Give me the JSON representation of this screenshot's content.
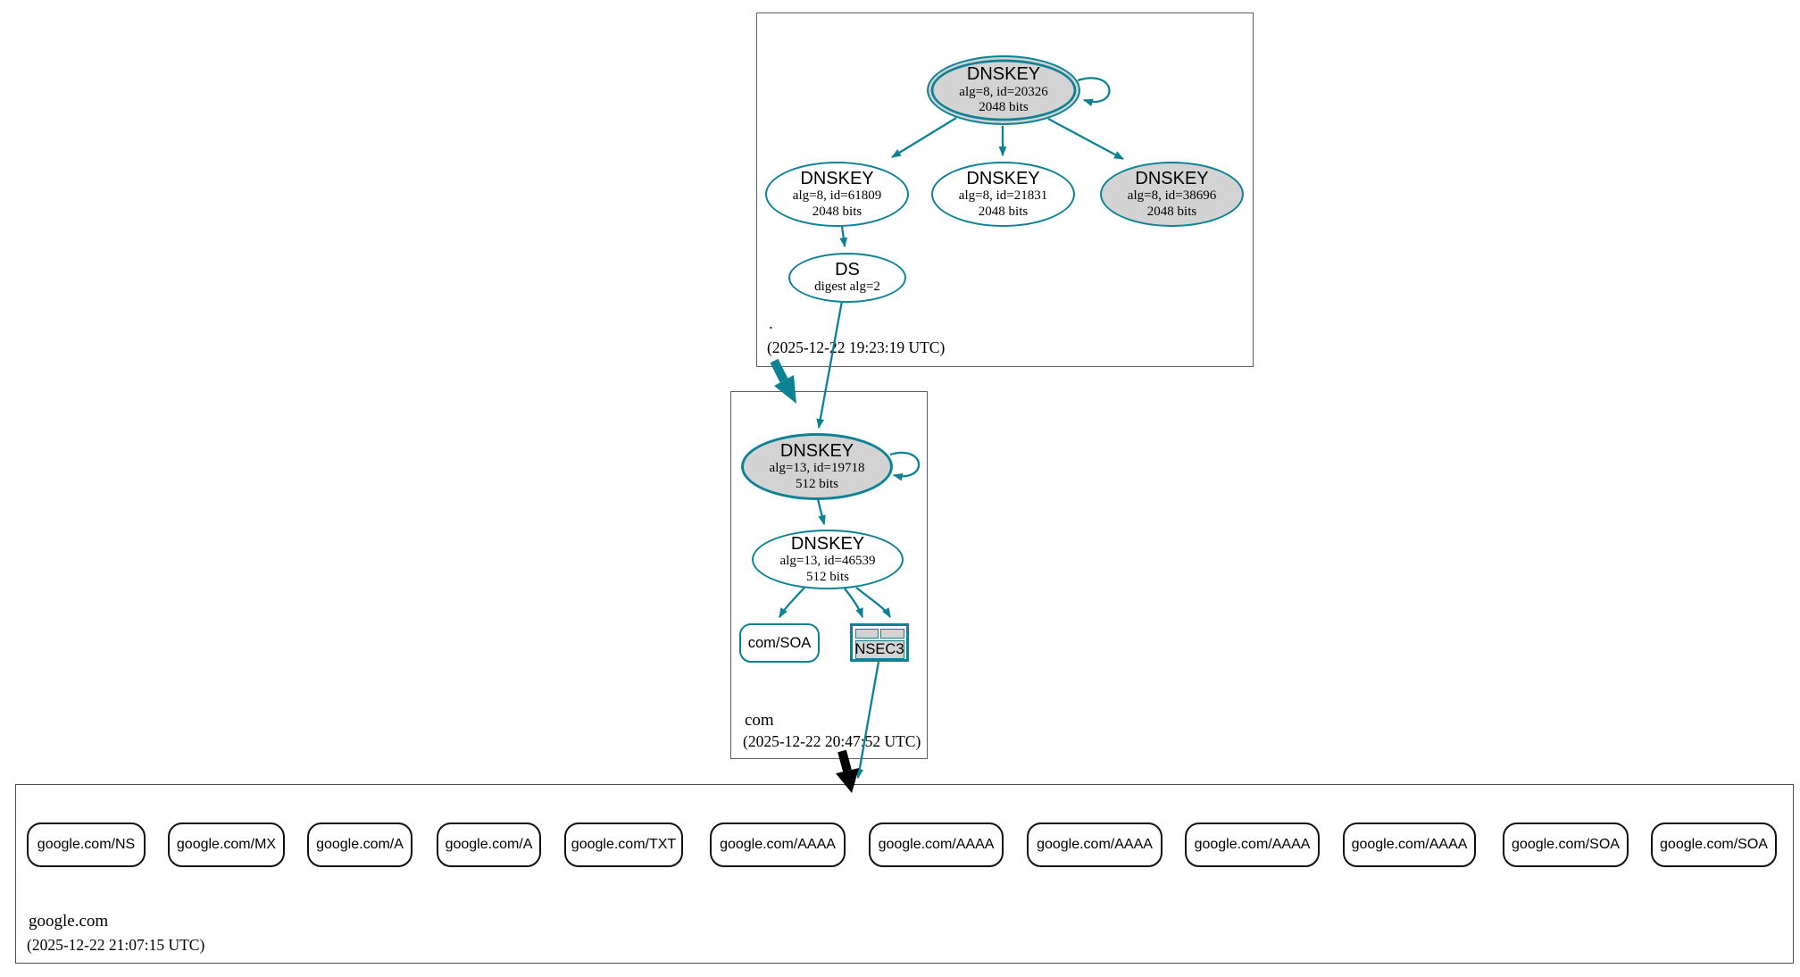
{
  "colors": {
    "secure_teal": "#0d8295",
    "node_fill_gray": "#d3d3d3",
    "alert_black": "#000000"
  },
  "zones": {
    "root": {
      "label": ".",
      "timestamp": "(2025-12-22 19:23:19 UTC)",
      "keys": [
        {
          "type": "DNSKEY",
          "detail": "alg=8, id=20326",
          "bits": "2048 bits"
        },
        {
          "type": "DNSKEY",
          "detail": "alg=8, id=61809",
          "bits": "2048 bits"
        },
        {
          "type": "DNSKEY",
          "detail": "alg=8, id=21831",
          "bits": "2048 bits"
        },
        {
          "type": "DNSKEY",
          "detail": "alg=8, id=38696",
          "bits": "2048 bits"
        }
      ],
      "ds": {
        "type": "DS",
        "detail": "digest alg=2"
      }
    },
    "com": {
      "label": "com",
      "timestamp": "(2025-12-22 20:47:52 UTC)",
      "keys": [
        {
          "type": "DNSKEY",
          "detail": "alg=13, id=19718",
          "bits": "512 bits"
        },
        {
          "type": "DNSKEY",
          "detail": "alg=13, id=46539",
          "bits": "512 bits"
        }
      ],
      "soa": "com/SOA",
      "nsec3": "NSEC3"
    },
    "google": {
      "label": "google.com",
      "timestamp": "(2025-12-22 21:07:15 UTC)",
      "rrsets": [
        "google.com/NS",
        "google.com/MX",
        "google.com/A",
        "google.com/A",
        "google.com/TXT",
        "google.com/AAAA",
        "google.com/AAAA",
        "google.com/AAAA",
        "google.com/AAAA",
        "google.com/AAAA",
        "google.com/SOA",
        "google.com/SOA"
      ]
    }
  }
}
